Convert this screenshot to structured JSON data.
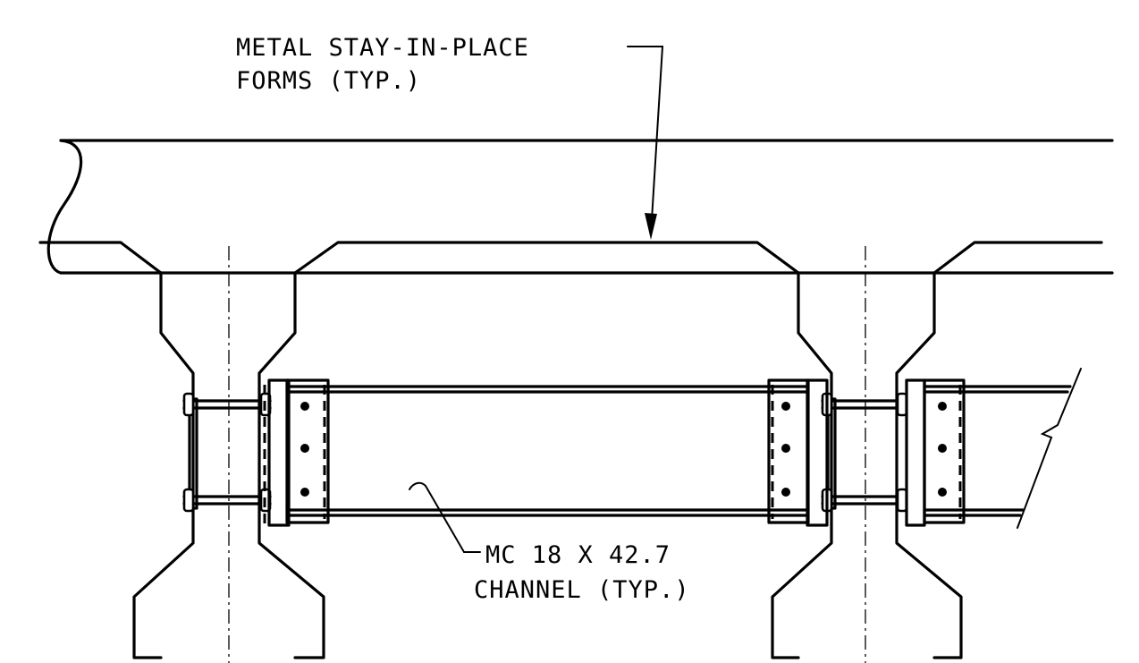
{
  "notes": {
    "forms": {
      "line1": "METAL STAY-IN-PLACE",
      "line2": "FORMS (TYP.)"
    },
    "channel": {
      "line1": "MC 18 X 42.7",
      "line2": "CHANNEL (TYP.)"
    }
  },
  "colors": {
    "ink": "#000000",
    "paper": "#ffffff"
  }
}
